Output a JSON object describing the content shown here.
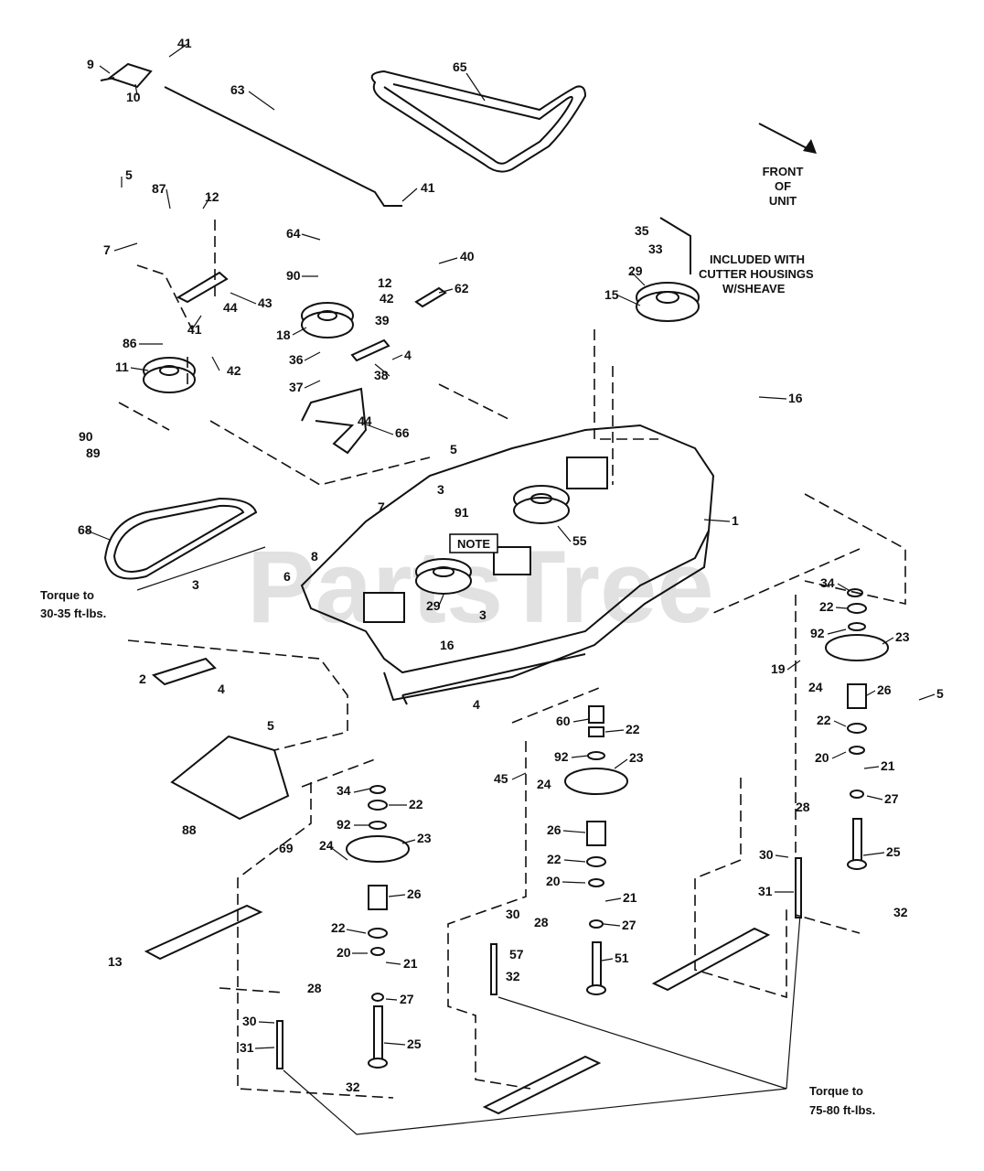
{
  "watermark": {
    "text": "PartsTree"
  },
  "notes": {
    "front_of_unit": [
      "FRONT",
      "OF",
      "UNIT"
    ],
    "included_with": [
      "INCLUDED WITH",
      "CUTTER HOUSINGS",
      "W/SHEAVE"
    ],
    "torque_left": [
      "Torque to",
      "30-35 ft-lbs."
    ],
    "torque_bottom": [
      "Torque to",
      "75-80 ft-lbs."
    ],
    "note_box": "NOTE"
  },
  "callouts": {
    "c9": "9",
    "c10": "10",
    "c41a": "41",
    "c63": "63",
    "c65": "65",
    "c41b": "41",
    "c5a": "5",
    "c87": "87",
    "c12a": "12",
    "c7a": "7",
    "c43": "43",
    "c44a": "44",
    "c41c": "41",
    "c86": "86",
    "c11": "11",
    "c42a": "42",
    "c90a": "90",
    "c89": "89",
    "c64": "64",
    "c90b": "90",
    "c18": "18",
    "c36": "36",
    "c37": "37",
    "c12b": "12",
    "c42b": "42",
    "c39": "39",
    "c4a": "4",
    "c38": "38",
    "c40": "40",
    "c62": "62",
    "c44b": "44",
    "c66": "66",
    "c5b": "5",
    "c35": "35",
    "c33": "33",
    "c29a": "29",
    "c15": "15",
    "c16a": "16",
    "c1": "1",
    "c55": "55",
    "c91": "91",
    "c3a": "3",
    "c7b": "7",
    "c8": "8",
    "c6": "6",
    "c68": "68",
    "c29b": "29",
    "c3b": "3",
    "c3c": "3",
    "c16b": "16",
    "c2": "2",
    "c4b": "4",
    "c4c": "4",
    "c5c": "5",
    "c88": "88",
    "c34a": "34",
    "c22a": "22",
    "c92a": "92",
    "c23a": "23",
    "c69": "69",
    "c24a": "24",
    "c26a": "26",
    "c22b": "22",
    "c20a": "20",
    "c21a": "21",
    "c28a": "28",
    "c27a": "27",
    "c30a": "30",
    "c31a": "31",
    "c25a": "25",
    "c32a": "32",
    "c13": "13",
    "c60": "60",
    "c22c": "22",
    "c92b": "92",
    "c23b": "23",
    "c45": "45",
    "c24b": "24",
    "c26b": "26",
    "c22d": "22",
    "c20b": "20",
    "c21b": "21",
    "c28b": "28",
    "c27b": "27",
    "c30b": "30",
    "c57": "57",
    "c32b": "32",
    "c51": "51",
    "c34b": "34",
    "c22e": "22",
    "c92c": "92",
    "c23c": "23",
    "c19": "19",
    "c24c": "24",
    "c26c": "26",
    "c5d": "5",
    "c22f": "22",
    "c20c": "20",
    "c21c": "21",
    "c27c": "27",
    "c28c": "28",
    "c30c": "30",
    "c25b": "25",
    "c31b": "31",
    "c32c": "32"
  }
}
